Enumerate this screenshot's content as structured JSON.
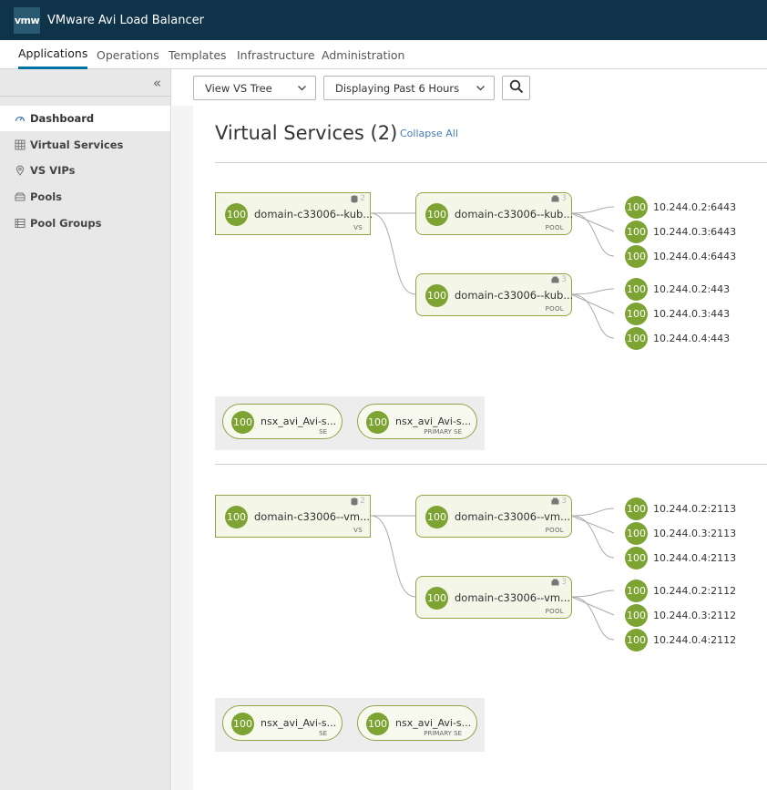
{
  "header": {
    "logo": "vmw",
    "title": "VMware Avi Load Balancer"
  },
  "nav": {
    "tabs": [
      {
        "label": "Applications",
        "active": true
      },
      {
        "label": "Operations"
      },
      {
        "label": "Templates"
      },
      {
        "label": "Infrastructure"
      },
      {
        "label": "Administration"
      }
    ]
  },
  "sidebar": {
    "collapse_icon": "double-chevron-left-icon",
    "items": [
      {
        "label": "Dashboard",
        "icon": "dashboard-icon",
        "active": true
      },
      {
        "label": "Virtual Services",
        "icon": "grid-icon"
      },
      {
        "label": "VS VIPs",
        "icon": "location-pin-icon"
      },
      {
        "label": "Pools",
        "icon": "server-stack-icon"
      },
      {
        "label": "Pool Groups",
        "icon": "list-icon"
      }
    ]
  },
  "toolbar": {
    "view_select": "View VS Tree",
    "time_select": "Displaying Past 6 Hours"
  },
  "main": {
    "title": "Virtual Services (2)",
    "collapse_all": "Collapse All",
    "trees": [
      {
        "vs": {
          "score": "100",
          "label": "domain-c33006--kub...",
          "type": "VS",
          "count": "2"
        },
        "pools": [
          {
            "score": "100",
            "label": "domain-c33006--kub...",
            "type": "POOL",
            "count": "3",
            "servers": [
              {
                "score": "100",
                "label": "10.244.0.2:6443"
              },
              {
                "score": "100",
                "label": "10.244.0.3:6443"
              },
              {
                "score": "100",
                "label": "10.244.0.4:6443"
              }
            ]
          },
          {
            "score": "100",
            "label": "domain-c33006--kub...",
            "type": "POOL",
            "count": "3",
            "servers": [
              {
                "score": "100",
                "label": "10.244.0.2:443"
              },
              {
                "score": "100",
                "label": "10.244.0.3:443"
              },
              {
                "score": "100",
                "label": "10.244.0.4:443"
              }
            ]
          }
        ],
        "service_engines": [
          {
            "score": "100",
            "label": "nsx_avi_Avi-s...",
            "type": "SE"
          },
          {
            "score": "100",
            "label": "nsx_avi_Avi-s...",
            "type": "PRIMARY SE"
          }
        ]
      },
      {
        "vs": {
          "score": "100",
          "label": "domain-c33006--vm...",
          "type": "VS",
          "count": "2"
        },
        "pools": [
          {
            "score": "100",
            "label": "domain-c33006--vm...",
            "type": "POOL",
            "count": "3",
            "servers": [
              {
                "score": "100",
                "label": "10.244.0.2:2113"
              },
              {
                "score": "100",
                "label": "10.244.0.3:2113"
              },
              {
                "score": "100",
                "label": "10.244.0.4:2113"
              }
            ]
          },
          {
            "score": "100",
            "label": "domain-c33006--vm...",
            "type": "POOL",
            "count": "3",
            "servers": [
              {
                "score": "100",
                "label": "10.244.0.2:2112"
              },
              {
                "score": "100",
                "label": "10.244.0.3:2112"
              },
              {
                "score": "100",
                "label": "10.244.0.4:2112"
              }
            ]
          }
        ],
        "service_engines": [
          {
            "score": "100",
            "label": "nsx_avi_Avi-s...",
            "type": "SE"
          },
          {
            "score": "100",
            "label": "nsx_avi_Avi-s...",
            "type": "PRIMARY SE"
          }
        ]
      }
    ]
  },
  "colors": {
    "header_bg": "#0f3349",
    "health_green": "#7da333",
    "node_border": "#8fa64a",
    "active_tab": "#0072a3"
  }
}
